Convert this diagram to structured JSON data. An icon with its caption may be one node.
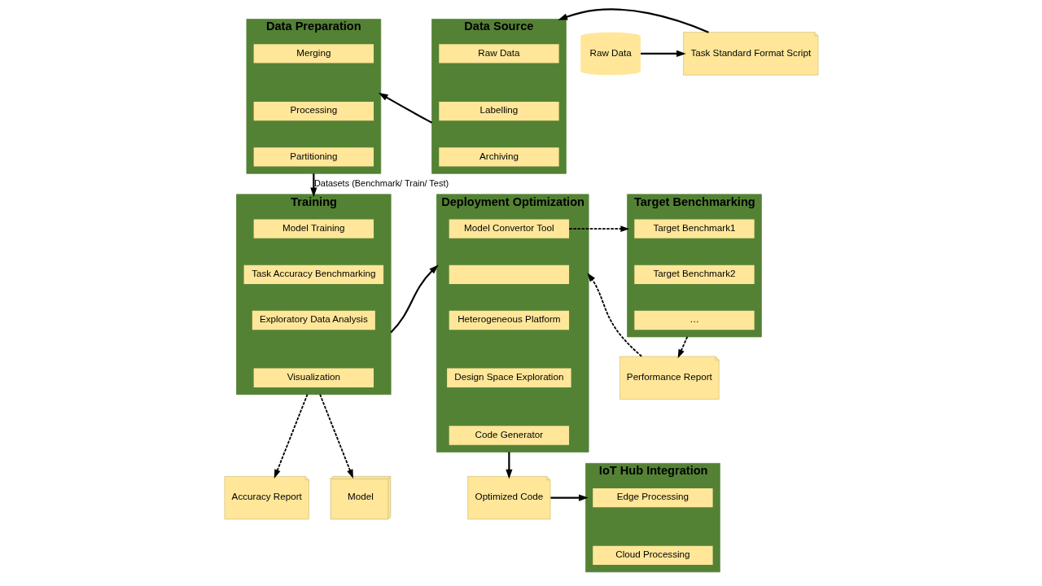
{
  "diagram": {
    "nodes": [
      {
        "text": [
          "Data Preparation"
        ]
      },
      {
        "text": [
          "Merging"
        ],
        "in": 0
      },
      {
        "text": [
          "Processing"
        ],
        "in": 0
      },
      {
        "text": [
          "Partitioning"
        ],
        "in": 0
      },
      {
        "text": [
          "Data Source"
        ]
      },
      {
        "text": [
          "Raw Data"
        ],
        "in": 4
      },
      {
        "text": [
          "Labelling"
        ],
        "in": 4
      },
      {
        "text": [
          "Archiving"
        ],
        "in": 4
      },
      {
        "text": [
          "Task Standard Format Script"
        ]
      },
      {
        "text": [
          "Raw Data"
        ]
      },
      {
        "text": [
          "Training"
        ]
      },
      {
        "text": [
          "Model Training"
        ],
        "in": 10
      },
      {
        "text": [
          "Task Accuracy Benchmarking"
        ],
        "in": 10
      },
      {
        "text": [
          "Exploratory Data Analysis"
        ],
        "in": 10
      },
      {
        "text": [
          "Visualization"
        ],
        "in": 10
      },
      {
        "text": [
          "Deployment Optimization"
        ]
      },
      {
        "text": [
          "Model Convertor Tool"
        ],
        "in": 15
      },
      {
        "text": [],
        "shape": "box",
        "in": 15
      },
      {
        "text": [
          "Heterogeneous Platform"
        ],
        "in": 15
      },
      {
        "text": [
          "Design Space Exploration"
        ],
        "in": 15
      },
      {
        "text": [
          "Code Generator"
        ],
        "in": 15
      },
      {
        "text": [
          "Performance Report"
        ]
      },
      {
        "text": [
          "Target Benchmarking"
        ]
      },
      {
        "text": [
          "Target Benchmark1"
        ],
        "in": 22
      },
      {
        "text": [
          "Target Benchmark2"
        ],
        "in": 22
      },
      {
        "text": [
          "…"
        ],
        "in": 22
      },
      {
        "text": [
          "Model"
        ]
      },
      {
        "text": [
          "Accuracy Report"
        ]
      },
      {
        "text": [
          "Optimized Code"
        ]
      },
      {
        "text": [
          "IoT Hub Integration"
        ]
      },
      {
        "text": [
          "Edge Processing"
        ],
        "in": 29
      },
      {
        "text": [
          "Cloud Processing"
        ],
        "in": 29
      }
    ],
    "edges": [
      {
        "from": 9,
        "to": 8,
        "arrow": "to"
      },
      {
        "from": 8,
        "to": 4,
        "arrow": "to"
      },
      {
        "from": 4,
        "to": 0,
        "arrow": "to"
      },
      {
        "from": 0,
        "to": 10,
        "arrow": "to",
        "label": "Datasets (Benchmark/ Train/ Test)"
      },
      {
        "from": 10,
        "to": 15,
        "arrow": "to"
      },
      {
        "from": 16,
        "to": 22,
        "arrow": "to",
        "style": "dashed"
      },
      {
        "from": 22,
        "to": 21,
        "arrow": "to",
        "style": "dashed"
      },
      {
        "from": 21,
        "to": 15,
        "arrow": "to",
        "style": "dashed"
      },
      {
        "from": 10,
        "to": 26,
        "arrow": "to",
        "style": "dashed"
      },
      {
        "from": 10,
        "to": 27,
        "arrow": "to",
        "style": "dashed"
      },
      {
        "from": 15,
        "to": 28,
        "arrow": "to"
      },
      {
        "from": 28,
        "to": 29,
        "arrow": "to"
      }
    ]
  }
}
